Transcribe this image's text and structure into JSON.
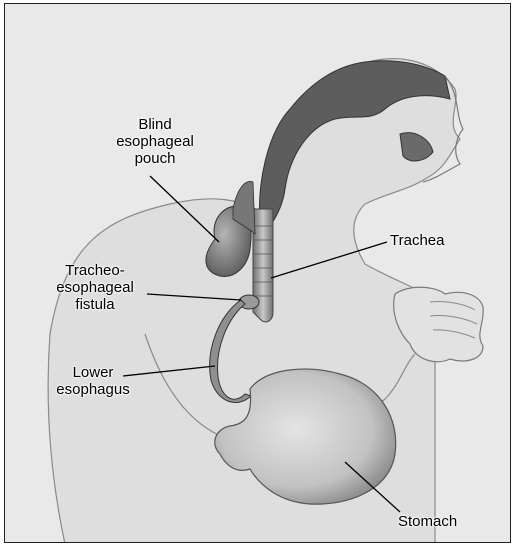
{
  "labels": {
    "blind_pouch": [
      "Blind",
      "esophageal",
      "pouch"
    ],
    "trachea": "Trachea",
    "te_fistula": [
      "Tracheo-",
      "esophageal",
      "fistula"
    ],
    "lower_esophagus": [
      "Lower",
      "esophagus"
    ],
    "stomach": "Stomach"
  },
  "colors": {
    "background": "#e9e9e9",
    "organ_dark": "#5a5a5a",
    "organ_mid": "#8a8a8a",
    "organ_light": "#b8b8b8",
    "outline": "#333333"
  }
}
